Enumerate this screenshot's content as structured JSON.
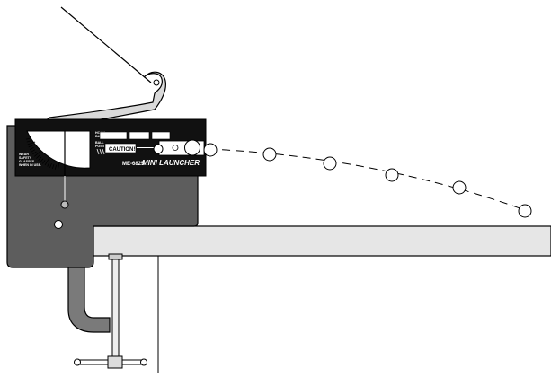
{
  "diagram": {
    "launcher": {
      "model_label": "ME-6825",
      "name_label": "MINI LAUNCHER",
      "caution_label": "CAUTION!",
      "angle_scale_label": "HORIZ. BASE POSITION",
      "launch_note": "BALL POSITION",
      "safety_text": "WEAR SAFETY GLASSES WHEN IN USE."
    },
    "trajectory": {
      "ball_count": 6,
      "style": "dashed"
    },
    "colors": {
      "clamp_body": "#5d5d5d",
      "launcher_panel": "#111111",
      "table_top": "#e6e6e6",
      "ball_fill": "#ffffff",
      "outline": "#000000"
    }
  }
}
